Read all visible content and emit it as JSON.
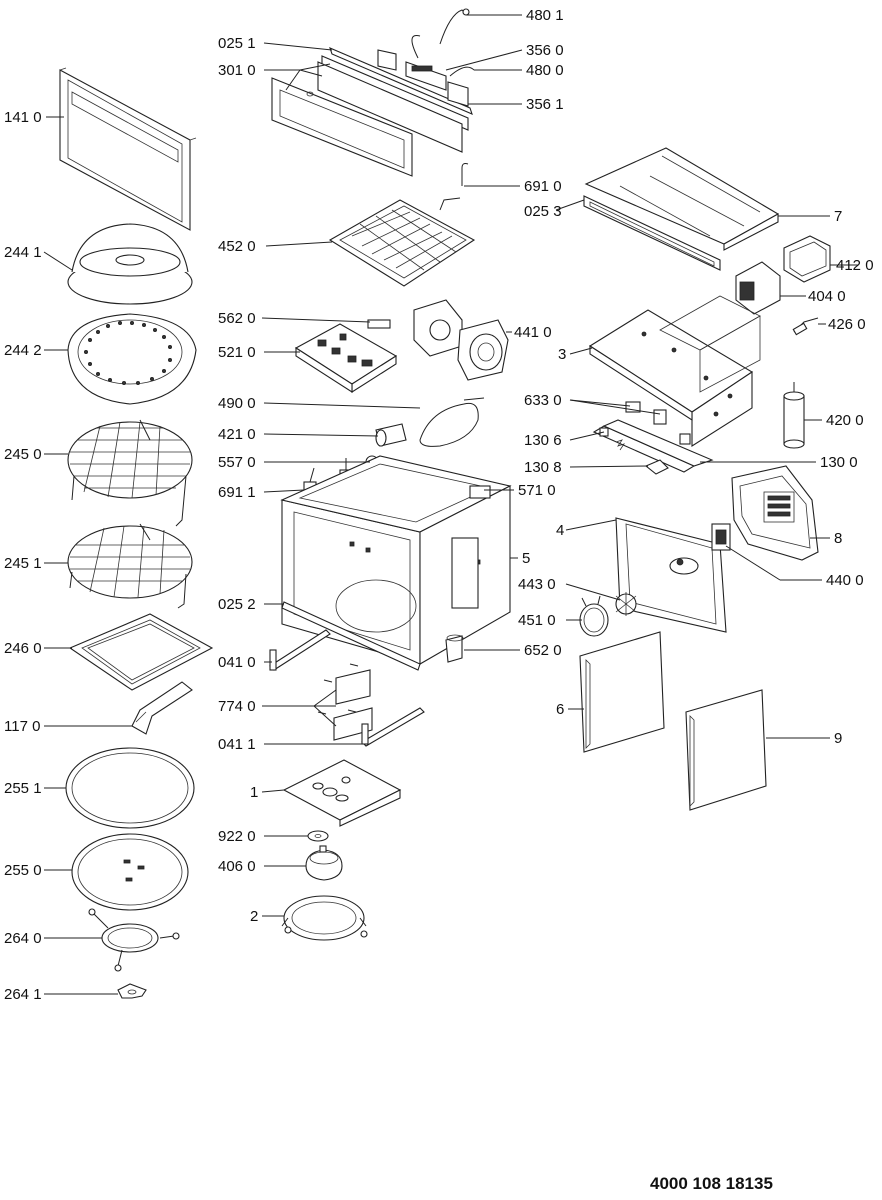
{
  "document_number": "4000 108 18135",
  "callouts": [
    {
      "id": "c4801",
      "text": "480 1"
    },
    {
      "id": "c0251",
      "text": "025 1"
    },
    {
      "id": "c3560",
      "text": "356 0"
    },
    {
      "id": "c3010",
      "text": "301 0"
    },
    {
      "id": "c4800",
      "text": "480 0"
    },
    {
      "id": "c3561",
      "text": "356 1"
    },
    {
      "id": "c1410",
      "text": "141 0"
    },
    {
      "id": "c6910",
      "text": "691 0"
    },
    {
      "id": "c0253",
      "text": "025 3"
    },
    {
      "id": "c7",
      "text": "7"
    },
    {
      "id": "c2441",
      "text": "244 1"
    },
    {
      "id": "c4520",
      "text": "452 0"
    },
    {
      "id": "c4120",
      "text": "412 0"
    },
    {
      "id": "c4040",
      "text": "404 0"
    },
    {
      "id": "c5620",
      "text": "562 0"
    },
    {
      "id": "c4410",
      "text": "441 0"
    },
    {
      "id": "c4260",
      "text": "426 0"
    },
    {
      "id": "c2442",
      "text": "244 2"
    },
    {
      "id": "c5210",
      "text": "521 0"
    },
    {
      "id": "c3",
      "text": "3"
    },
    {
      "id": "c4900",
      "text": "490 0"
    },
    {
      "id": "c6330",
      "text": "633 0"
    },
    {
      "id": "c4200",
      "text": "420 0"
    },
    {
      "id": "c4210",
      "text": "421 0"
    },
    {
      "id": "c1306",
      "text": "130 6"
    },
    {
      "id": "c2450",
      "text": "245 0"
    },
    {
      "id": "c5570",
      "text": "557 0"
    },
    {
      "id": "c1308",
      "text": "130 8"
    },
    {
      "id": "c1300",
      "text": "130 0"
    },
    {
      "id": "c6911",
      "text": "691 1"
    },
    {
      "id": "c5710",
      "text": "571 0"
    },
    {
      "id": "c4",
      "text": "4"
    },
    {
      "id": "c8",
      "text": "8"
    },
    {
      "id": "c5",
      "text": "5"
    },
    {
      "id": "c2451",
      "text": "245 1"
    },
    {
      "id": "c4400",
      "text": "440 0"
    },
    {
      "id": "c0252",
      "text": "025 2"
    },
    {
      "id": "c4430",
      "text": "443 0"
    },
    {
      "id": "c4510",
      "text": "451 0"
    },
    {
      "id": "c2460",
      "text": "246 0"
    },
    {
      "id": "c6520",
      "text": "652 0"
    },
    {
      "id": "c0410",
      "text": "041 0"
    },
    {
      "id": "c6",
      "text": "6"
    },
    {
      "id": "c7740",
      "text": "774 0"
    },
    {
      "id": "c1170",
      "text": "117 0"
    },
    {
      "id": "c0411",
      "text": "041 1"
    },
    {
      "id": "c9",
      "text": "9"
    },
    {
      "id": "c2551",
      "text": "255 1"
    },
    {
      "id": "c1",
      "text": "1"
    },
    {
      "id": "c9220",
      "text": "922 0"
    },
    {
      "id": "c4060",
      "text": "406 0"
    },
    {
      "id": "c2550",
      "text": "255 0"
    },
    {
      "id": "c2",
      "text": "2"
    },
    {
      "id": "c2640",
      "text": "264 0"
    },
    {
      "id": "c2641",
      "text": "264 1"
    }
  ]
}
